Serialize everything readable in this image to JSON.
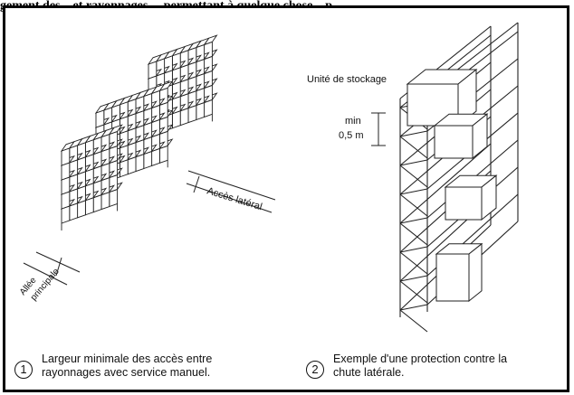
{
  "header": {
    "title": "gement des ...et rayonnages ... permettant à quelque chose ...p"
  },
  "figure1": {
    "label_aisle_side": "Accès latéral",
    "label_aisle_main_line1": "Allée",
    "label_aisle_main_line2": "principale",
    "caption_number": "1",
    "caption_line1": "Largeur minimale des accès entre",
    "caption_line2": "rayonnages avec service manuel."
  },
  "figure2": {
    "label_storage_unit": "Unité de stockage",
    "label_min_line1": "min",
    "label_min_line2": "0,5 m",
    "caption_number": "2",
    "caption_line1": "Exemple d'une protection contre la",
    "caption_line2": "chute latérale."
  }
}
